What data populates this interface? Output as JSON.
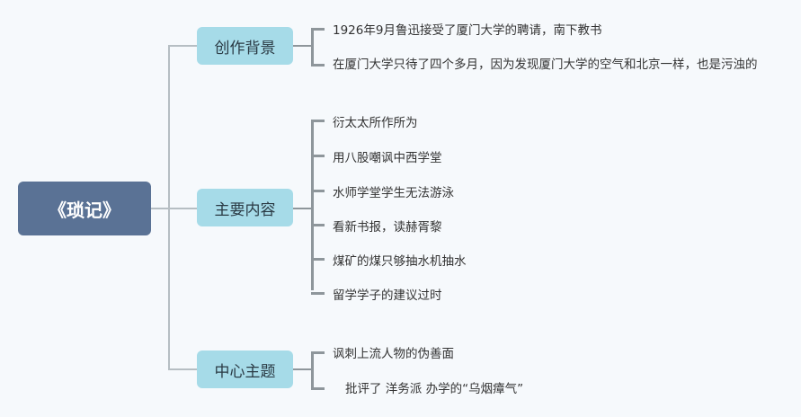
{
  "root": "《琐记》",
  "branches": [
    {
      "label": "创作背景",
      "items": [
        "1926年9月鲁迅接受了厦门大学的聘请，南下教书",
        "在厦门大学只待了四个多月，因为发现厦门大学的空气和北京一样，也是污浊的"
      ]
    },
    {
      "label": "主要内容",
      "items": [
        "衍太太所作所为",
        "用八股嘲讽中西学堂",
        "水师学堂学生无法游泳",
        "看新书报，读赫胥黎",
        "煤矿的煤只够抽水机抽水",
        "留学学子的建议过时"
      ]
    },
    {
      "label": "中心主题",
      "items": [
        "讽刺上流人物的伪善面",
        "批评了 洋务派 办学的“乌烟瘴气”"
      ]
    }
  ]
}
